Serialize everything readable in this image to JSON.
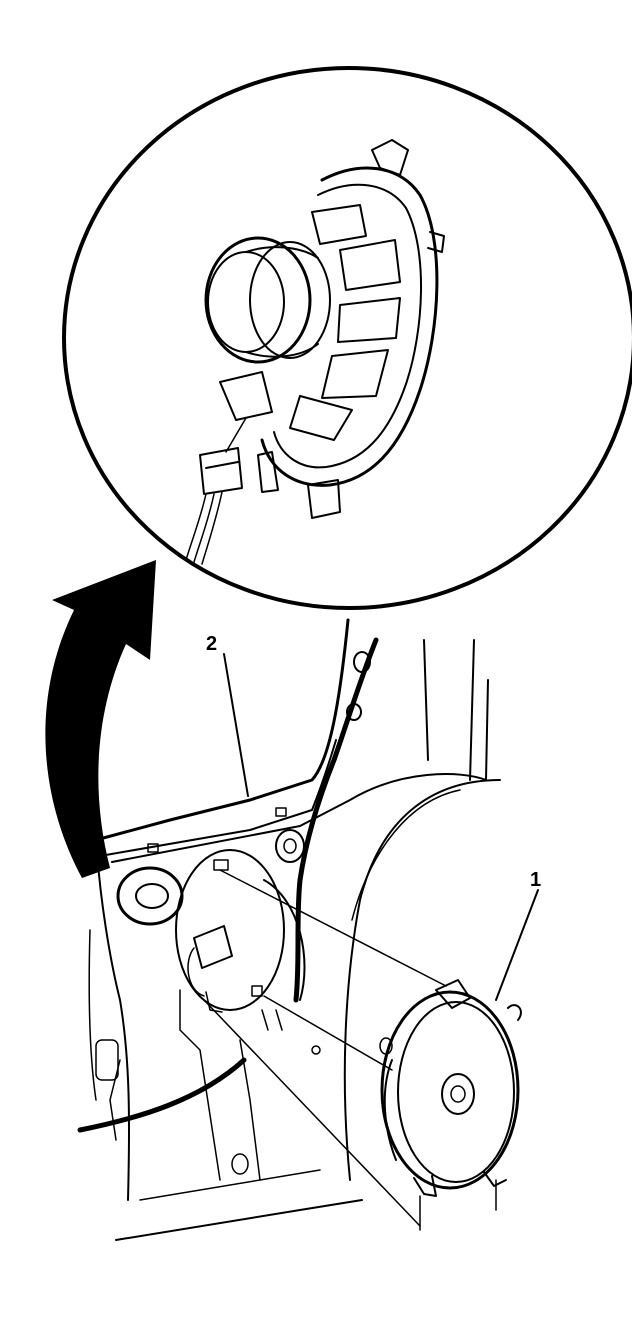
{
  "figure": {
    "callouts": [
      {
        "label": "1",
        "target": "speaker"
      },
      {
        "label": "2",
        "target": "door-inner-panel"
      }
    ],
    "ink_color": "#000000",
    "background_color": "#ffffff"
  }
}
